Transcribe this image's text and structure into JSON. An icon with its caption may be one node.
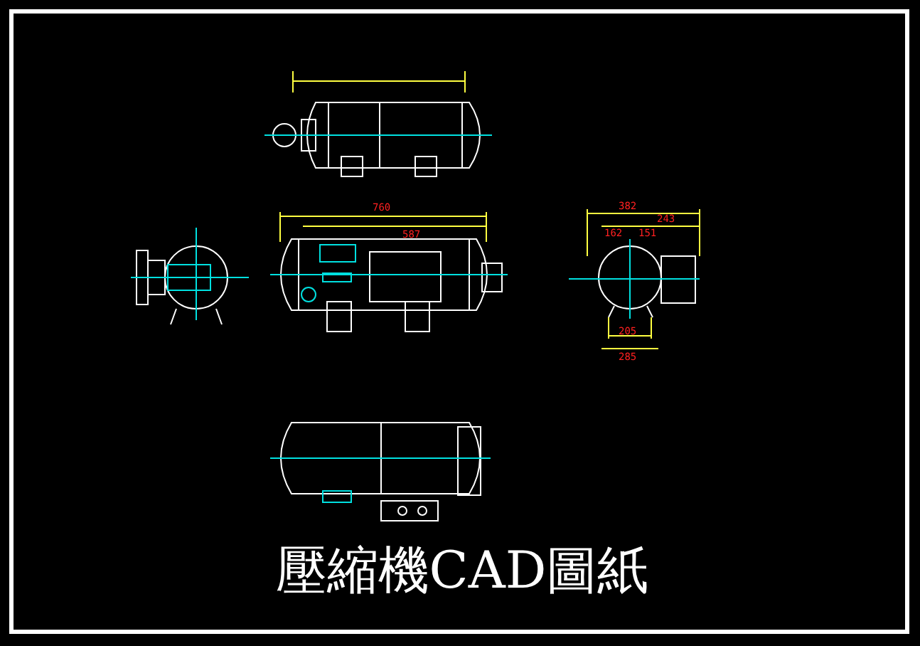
{
  "diagram": {
    "title": "壓縮機CAD圖紙",
    "labels": [
      "760",
      "587",
      "382",
      "243",
      "162",
      "151",
      "205",
      "285"
    ]
  }
}
